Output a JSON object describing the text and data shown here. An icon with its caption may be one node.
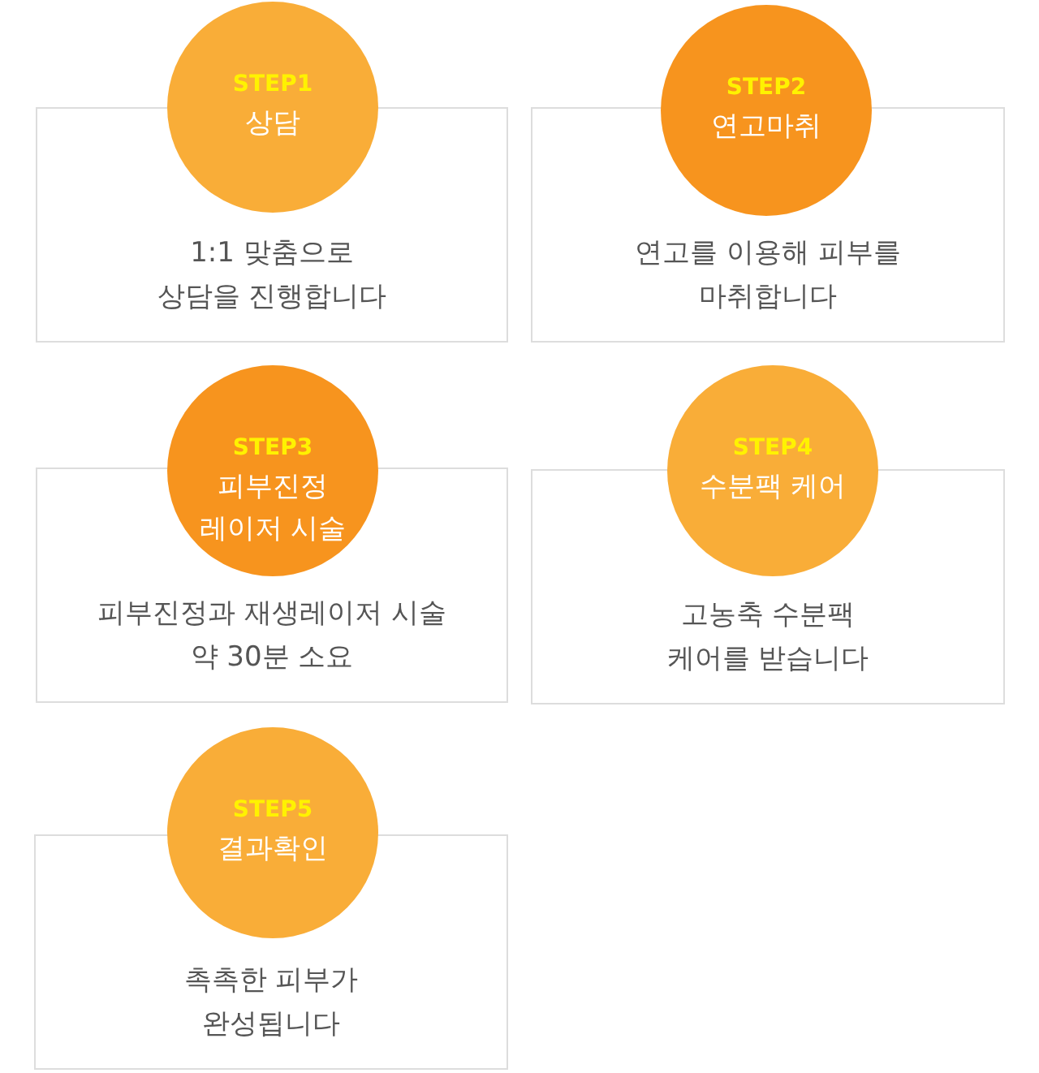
{
  "diagram": {
    "nodes": [
      {
        "text": [
          "STEP1",
          "상담"
        ]
      },
      {
        "text": [
          "1:1 맞춤으로 상담을 진행합니다"
        ]
      },
      {
        "text": [
          "STEP2",
          "연고마취"
        ]
      },
      {
        "text": [
          "연고를 이용해 피부를 마취합니다"
        ]
      },
      {
        "text": [
          "STEP3",
          "피부진정 레이저 시술"
        ]
      },
      {
        "text": [
          "피부진정과 재생레이저 시술 약 30분 소요"
        ]
      },
      {
        "text": [
          "STEP4",
          "수분팩 케어"
        ]
      },
      {
        "text": [
          "고농축 수분팩 케어를 받습니다"
        ]
      },
      {
        "text": [
          "STEP5",
          "결과확인"
        ]
      },
      {
        "text": [
          "촉촉한 피부가 완성됩니다"
        ]
      }
    ]
  }
}
